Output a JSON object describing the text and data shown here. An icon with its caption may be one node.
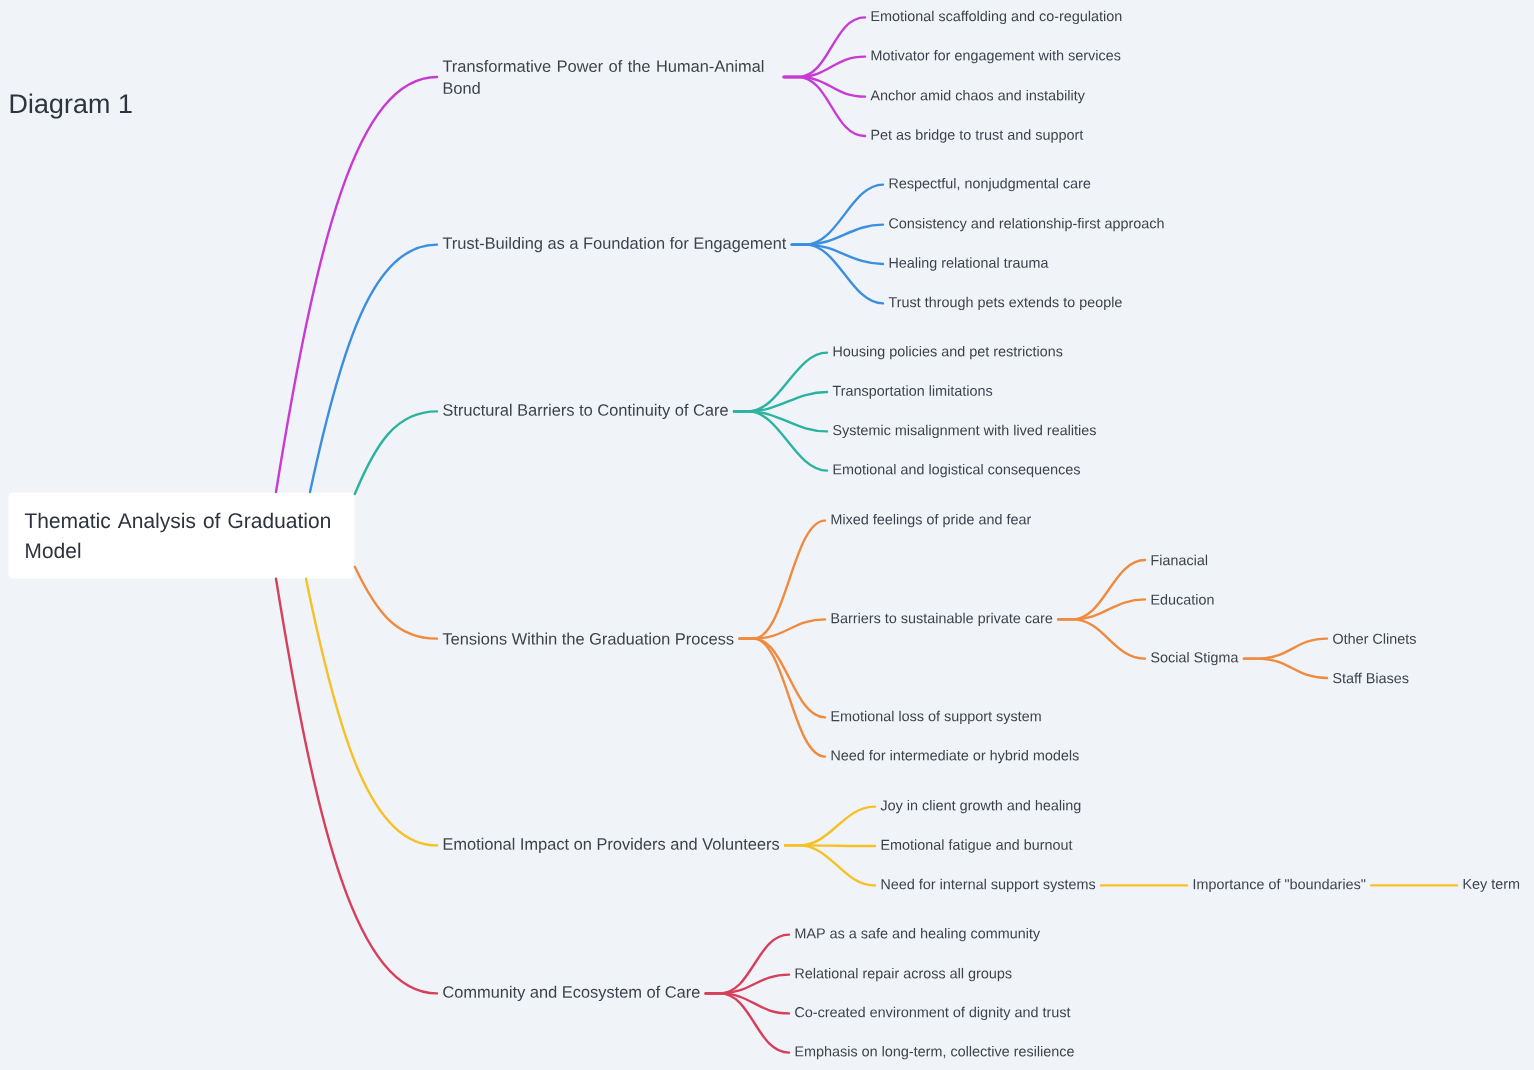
{
  "diagram": {
    "title": "Diagram 1",
    "nodes": [
      {
        "text": [
          "Thematic Analysis of Graduation Model"
        ]
      },
      {
        "text": [
          "Transformative Power of the Human-Animal Bond"
        ]
      },
      {
        "text": [
          "Emotional scaffolding and co-regulation"
        ]
      },
      {
        "text": [
          "Motivator for engagement with services"
        ]
      },
      {
        "text": [
          "Anchor amid chaos and instability"
        ]
      },
      {
        "text": [
          "Pet as bridge to trust and support"
        ]
      },
      {
        "text": [
          "Trust-Building as a Foundation for Engagement"
        ]
      },
      {
        "text": [
          "Respectful, nonjudgmental care"
        ]
      },
      {
        "text": [
          "Consistency and relationship-first approach"
        ]
      },
      {
        "text": [
          "Healing relational trauma"
        ]
      },
      {
        "text": [
          "Trust through pets extends to people"
        ]
      },
      {
        "text": [
          "Structural Barriers to Continuity of Care"
        ]
      },
      {
        "text": [
          "Housing policies and pet restrictions"
        ]
      },
      {
        "text": [
          "Transportation limitations"
        ]
      },
      {
        "text": [
          "Systemic misalignment with lived realities"
        ]
      },
      {
        "text": [
          "Emotional and logistical consequences"
        ]
      },
      {
        "text": [
          "Tensions Within the Graduation Process"
        ]
      },
      {
        "text": [
          "Mixed feelings of pride and fear"
        ]
      },
      {
        "text": [
          "Barriers to sustainable private care"
        ]
      },
      {
        "text": [
          "Fianacial"
        ]
      },
      {
        "text": [
          "Education"
        ]
      },
      {
        "text": [
          "Social Stigma"
        ]
      },
      {
        "text": [
          "Other Clinets"
        ]
      },
      {
        "text": [
          "Staff Biases"
        ]
      },
      {
        "text": [
          "Emotional loss of support system"
        ]
      },
      {
        "text": [
          "Need for intermediate or hybrid models"
        ]
      },
      {
        "text": [
          "Emotional Impact on Providers and Volunteers"
        ]
      },
      {
        "text": [
          "Joy in client growth and healing"
        ]
      },
      {
        "text": [
          "Emotional fatigue and burnout"
        ]
      },
      {
        "text": [
          "Need for internal support systems"
        ]
      },
      {
        "text": [
          "Importance of \"boundaries\""
        ]
      },
      {
        "text": [
          "Key term"
        ]
      },
      {
        "text": [
          "Community and Ecosystem of Care"
        ]
      },
      {
        "text": [
          "MAP as a safe and healing community"
        ]
      },
      {
        "text": [
          "Relational repair across all groups"
        ]
      },
      {
        "text": [
          "Co-created environment of dignity and trust"
        ]
      },
      {
        "text": [
          "Emphasis on long-term, collective resilience"
        ]
      }
    ],
    "edges": [
      {
        "from": 0,
        "to": 1,
        "arrow": "none",
        "color": "#c83ad4"
      },
      {
        "from": 1,
        "to": 2,
        "arrow": "none",
        "color": "#c83ad4"
      },
      {
        "from": 1,
        "to": 3,
        "arrow": "none",
        "color": "#c83ad4"
      },
      {
        "from": 1,
        "to": 4,
        "arrow": "none",
        "color": "#c83ad4"
      },
      {
        "from": 1,
        "to": 5,
        "arrow": "none",
        "color": "#c83ad4"
      },
      {
        "from": 0,
        "to": 6,
        "arrow": "none",
        "color": "#3b8fe0"
      },
      {
        "from": 6,
        "to": 7,
        "arrow": "none",
        "color": "#3b8fe0"
      },
      {
        "from": 6,
        "to": 8,
        "arrow": "none",
        "color": "#3b8fe0"
      },
      {
        "from": 6,
        "to": 9,
        "arrow": "none",
        "color": "#3b8fe0"
      },
      {
        "from": 6,
        "to": 10,
        "arrow": "none",
        "color": "#3b8fe0"
      },
      {
        "from": 0,
        "to": 11,
        "arrow": "none",
        "color": "#2bb3a0"
      },
      {
        "from": 11,
        "to": 12,
        "arrow": "none",
        "color": "#2bb3a0"
      },
      {
        "from": 11,
        "to": 13,
        "arrow": "none",
        "color": "#2bb3a0"
      },
      {
        "from": 11,
        "to": 14,
        "arrow": "none",
        "color": "#2bb3a0"
      },
      {
        "from": 11,
        "to": 15,
        "arrow": "none",
        "color": "#2bb3a0"
      },
      {
        "from": 0,
        "to": 16,
        "arrow": "none"
      },
      {
        "from": 16,
        "to": 17,
        "arrow": "none"
      },
      {
        "from": 16,
        "to": 18,
        "arrow": "none"
      },
      {
        "from": 18,
        "to": 19,
        "arrow": "none"
      },
      {
        "from": 18,
        "to": 20,
        "arrow": "none"
      },
      {
        "from": 18,
        "to": 21,
        "arrow": "none"
      },
      {
        "from": 21,
        "to": 22,
        "arrow": "none"
      },
      {
        "from": 21,
        "to": 23,
        "arrow": "none"
      },
      {
        "from": 16,
        "to": 24,
        "arrow": "none"
      },
      {
        "from": 16,
        "to": 25,
        "arrow": "none"
      },
      {
        "from": 0,
        "to": 26,
        "arrow": "none",
        "color": "#f5c226"
      },
      {
        "from": 26,
        "to": 27,
        "arrow": "none",
        "color": "#f5c226"
      },
      {
        "from": 26,
        "to": 28,
        "arrow": "none",
        "color": "#f5c226"
      },
      {
        "from": 26,
        "to": 29,
        "arrow": "none",
        "color": "#f5c226"
      },
      {
        "from": 29,
        "to": 30,
        "arrow": "none",
        "color": "#f5c226"
      },
      {
        "from": 30,
        "to": 31,
        "arrow": "none",
        "color": "#f5c226"
      },
      {
        "from": 0,
        "to": 32,
        "arrow": "none",
        "color": "#d6405c"
      },
      {
        "from": 32,
        "to": 33,
        "arrow": "none",
        "color": "#d6405c"
      },
      {
        "from": 32,
        "to": 34,
        "arrow": "none",
        "color": "#d6405c"
      },
      {
        "from": 32,
        "to": 35,
        "arrow": "none",
        "color": "#d6405c"
      },
      {
        "from": 32,
        "to": 36,
        "arrow": "none",
        "color": "#d6405c"
      }
    ]
  }
}
